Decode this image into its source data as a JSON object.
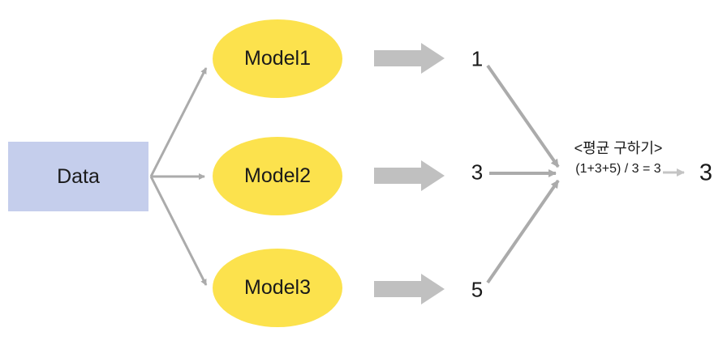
{
  "diagram": {
    "background": "#ffffff",
    "source": {
      "label": "Data",
      "fill": "#c5ceec"
    },
    "model_fill": "#fce24d",
    "models": [
      {
        "label": "Model1",
        "output": "1"
      },
      {
        "label": "Model2",
        "output": "3"
      },
      {
        "label": "Model3",
        "output": "5"
      }
    ],
    "aggregate": {
      "title": "<평균 구하기>",
      "equation": "(1+3+5) / 3 = 3",
      "result": "3"
    },
    "colors": {
      "connector": "#ababab",
      "block_arrow": "#c0c0c0",
      "result_arrow": "#c4c4c4",
      "text": "#1a1a1a"
    }
  }
}
